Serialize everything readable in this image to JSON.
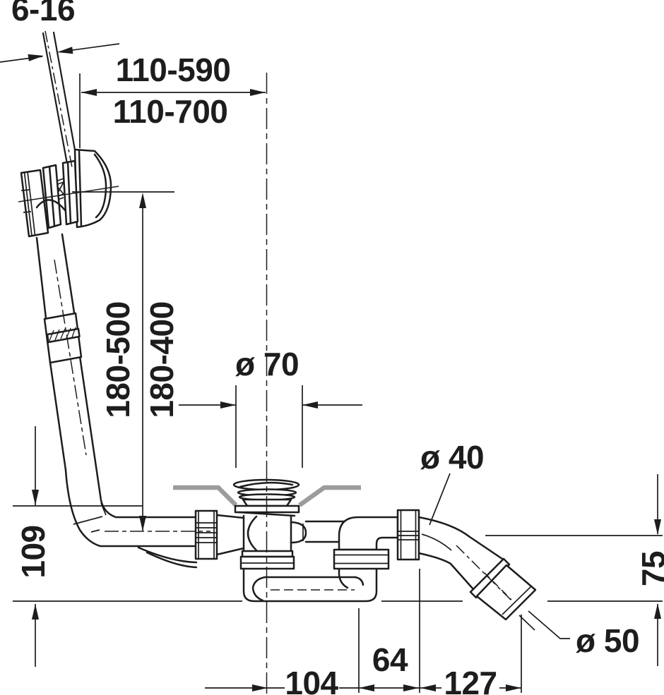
{
  "diagram": {
    "background": "#ffffff",
    "line_color": "#1d1d1d",
    "tub_section_color": "#9c9c9c",
    "labels": {
      "cable_clamp_range": "6-16",
      "cable_length_short": "110-590",
      "cable_length_long": "110-700",
      "overflow_height_short": "180-500",
      "overflow_height_long": "180-400",
      "waste_flange_diameter": "ø 70",
      "outlet_pipe_diameter": "ø 40",
      "trap_height": "109",
      "outlet_height": "75",
      "length_waste_to_elbow": "104",
      "length_elbow_to_bend": "64",
      "length_outlet": "127",
      "outlet_sleeve_diameter": "ø 50"
    }
  }
}
